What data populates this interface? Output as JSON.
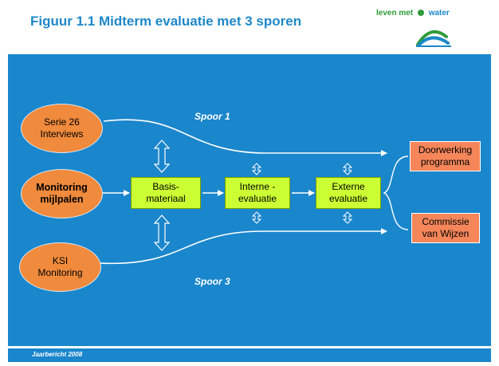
{
  "header": {
    "title": "Figuur 1.1 Midterm evaluatie met 3 sporen",
    "logo_text_part1": "leven met",
    "logo_text_part2": "water"
  },
  "diagram": {
    "sources": [
      {
        "label": "Serie 26 Interviews",
        "lines": [
          "Serie 26",
          "Interviews"
        ]
      },
      {
        "label": "Monitoring mijlpalen",
        "lines": [
          "Monitoring",
          "mijlpalen"
        ]
      },
      {
        "label": "KSI Monitoring",
        "lines": [
          "KSI",
          "Monitoring"
        ]
      }
    ],
    "process": [
      {
        "lines": [
          "Basis-",
          "materiaal"
        ]
      },
      {
        "lines": [
          "Interne -",
          "evaluatie"
        ]
      },
      {
        "lines": [
          "Externe",
          "evaluatie"
        ]
      }
    ],
    "outputs": [
      {
        "lines": [
          "Doorwerking",
          "programma"
        ]
      },
      {
        "lines": [
          "Commissie",
          "van Wijzen"
        ]
      }
    ],
    "tracks": {
      "spoor1": "Spoor 1",
      "spoor3": "Spoor 3"
    }
  },
  "footer": {
    "text": "Jaarbericht 2008"
  },
  "colors": {
    "title": "#1e88c8",
    "background": "#1a86cc",
    "oval": "#f08a3c",
    "process_box": "#ccff33",
    "output_box": "#f5865a"
  }
}
